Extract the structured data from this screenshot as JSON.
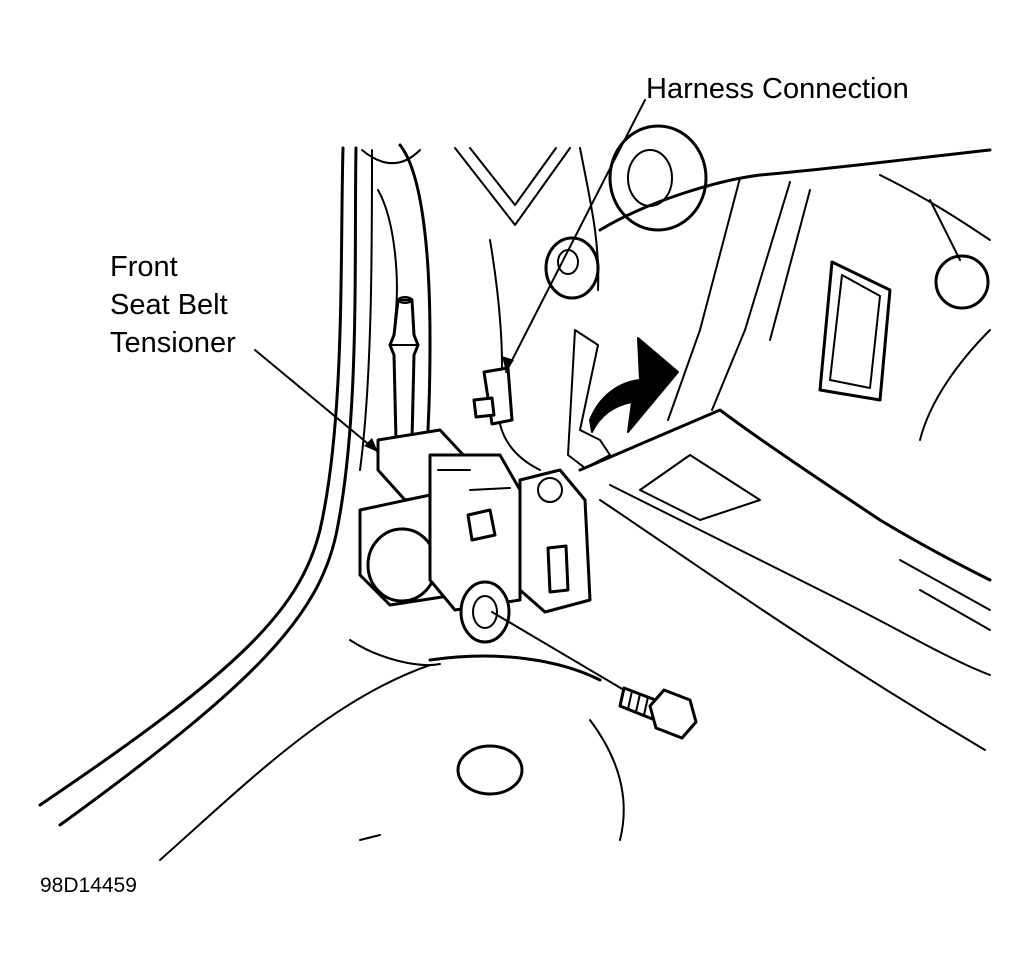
{
  "diagram": {
    "labels": {
      "harness_connection": "Harness Connection",
      "tensioner_line1": "Front",
      "tensioner_line2": "Seat Belt",
      "tensioner_line3": "Tensioner",
      "figure_id": "98D14459"
    },
    "colors": {
      "ink": "#000000",
      "paper": "#ffffff"
    }
  }
}
